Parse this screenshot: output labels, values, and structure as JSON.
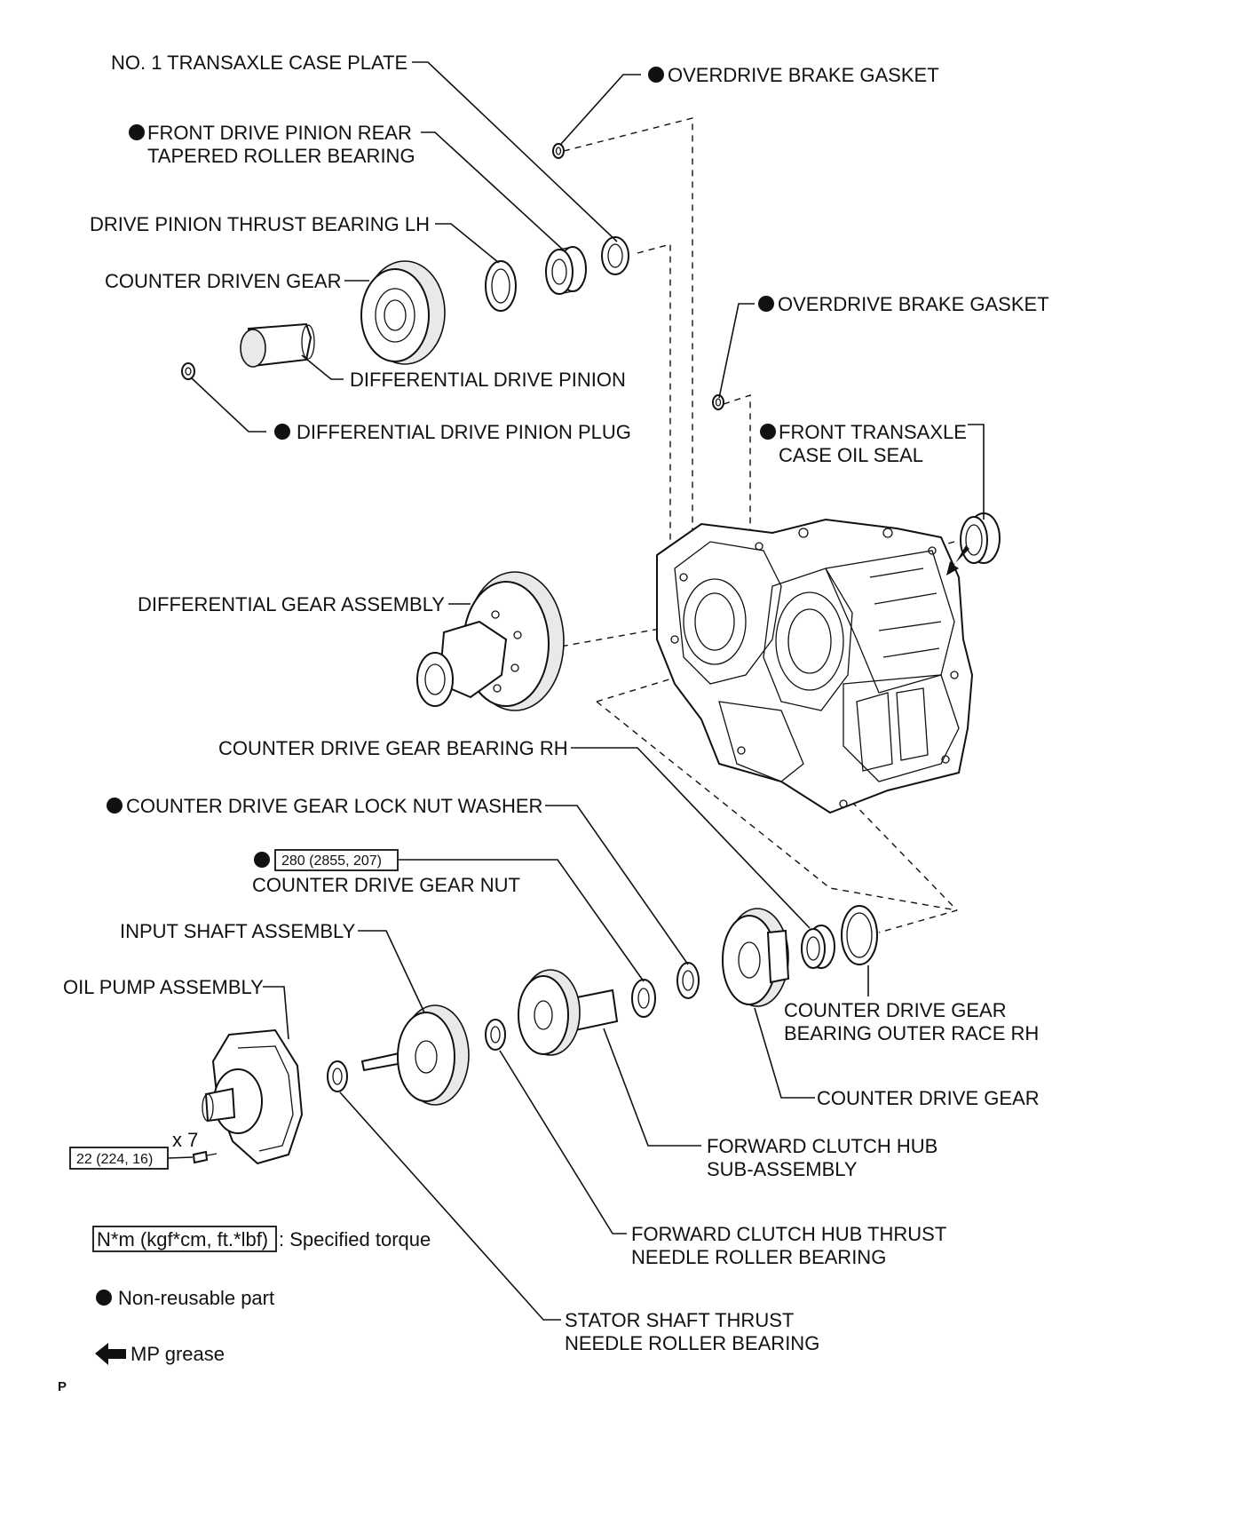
{
  "labels": {
    "case_plate": "NO. 1 TRANSAXLE CASE PLATE",
    "od_gasket_top": "OVERDRIVE BRAKE GASKET",
    "fd_pinion_bearing_1": "FRONT DRIVE PINION REAR",
    "fd_pinion_bearing_2": "TAPERED ROLLER BEARING",
    "thrust_bearing_lh": "DRIVE PINION THRUST BEARING LH",
    "counter_driven_gear": "COUNTER DRIVEN GEAR",
    "od_gasket_mid": "OVERDRIVE BRAKE GASKET",
    "diff_drive_pinion": "DIFFERENTIAL DRIVE PINION",
    "diff_pinion_plug": "DIFFERENTIAL DRIVE PINION PLUG",
    "oil_seal_1": "FRONT TRANSAXLE",
    "oil_seal_2": "CASE OIL SEAL",
    "diff_gear_assembly": "DIFFERENTIAL GEAR ASSEMBLY",
    "cdg_bearing_rh": "COUNTER DRIVE GEAR BEARING RH",
    "lock_nut_washer": "COUNTER DRIVE GEAR LOCK NUT WASHER",
    "cdg_nut": "COUNTER DRIVE GEAR NUT",
    "input_shaft": "INPUT SHAFT ASSEMBLY",
    "oil_pump": "OIL PUMP ASSEMBLY",
    "outer_race_1": "COUNTER DRIVE GEAR",
    "outer_race_2": "BEARING OUTER RACE RH",
    "counter_drive_gear": "COUNTER DRIVE GEAR",
    "fwd_clutch_hub_1": "FORWARD CLUTCH HUB",
    "fwd_clutch_hub_2": "SUB-ASSEMBLY",
    "fwd_thrust_1": "FORWARD CLUTCH HUB THRUST",
    "fwd_thrust_2": "NEEDLE ROLLER BEARING",
    "stator_thrust_1": "STATOR SHAFT THRUST",
    "stator_thrust_2": "NEEDLE ROLLER BEARING",
    "bolt_count": "x 7"
  },
  "torques": {
    "cdg_nut": "280 (2855, 207)",
    "oil_pump_bolt": "22 (224, 16)"
  },
  "legend": {
    "torque_unit": "N*m (kgf*cm, ft.*lbf)",
    "torque_text": ": Specified torque",
    "non_reusable": "Non-reusable part",
    "grease": "MP grease"
  },
  "footer": {
    "code": "P"
  },
  "icons": {
    "non_reusable": "filled-circle-icon",
    "grease": "left-arrow-icon"
  }
}
